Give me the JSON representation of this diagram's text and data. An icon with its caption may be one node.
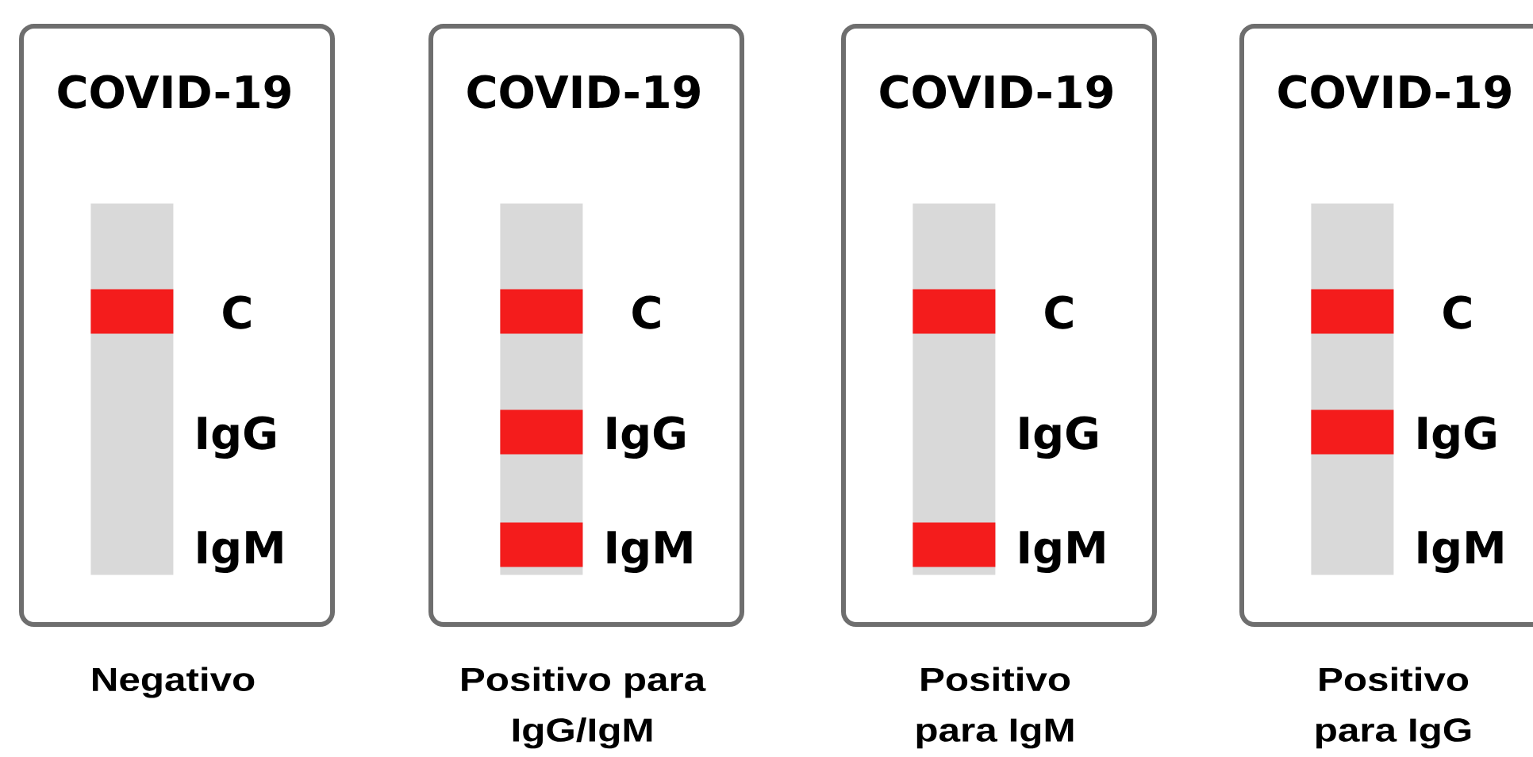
{
  "diagram": {
    "nodes": [
      {
        "text": [
          "COVID-19"
        ],
        "beside": [
          "Negativo"
        ]
      },
      {
        "text": [],
        "shape": "bar",
        "in": 0
      },
      {
        "text": [],
        "shape": "bar",
        "in": 1
      },
      {
        "text": [
          "COVID-19"
        ],
        "beside": [
          "Positivo para IgG/IgM"
        ]
      },
      {
        "text": [],
        "shape": "bar",
        "in": 3
      },
      {
        "text": [],
        "shape": "bar",
        "in": 4
      },
      {
        "text": [],
        "shape": "bar",
        "in": 4
      },
      {
        "text": [],
        "shape": "bar",
        "in": 4
      },
      {
        "text": [
          "COVID-19"
        ],
        "beside": [
          "Positivo para IgM"
        ]
      },
      {
        "text": [],
        "shape": "bar",
        "in": 8
      },
      {
        "text": [],
        "shape": "bar",
        "in": 9
      },
      {
        "text": [],
        "shape": "bar",
        "in": 9
      },
      {
        "text": [
          "COVID-19"
        ],
        "beside": [
          "Positivo para IgG"
        ]
      },
      {
        "text": [],
        "shape": "bar",
        "in": 12
      },
      {
        "text": [],
        "shape": "bar",
        "in": 13
      },
      {
        "text": [],
        "shape": "bar",
        "in": 13
      }
    ],
    "labels": [
      "C",
      "IgG",
      "IgM",
      "C",
      "IgG",
      "IgM",
      "C",
      "IgG",
      "IgM",
      "C",
      "IgG",
      "IgM"
    ]
  }
}
